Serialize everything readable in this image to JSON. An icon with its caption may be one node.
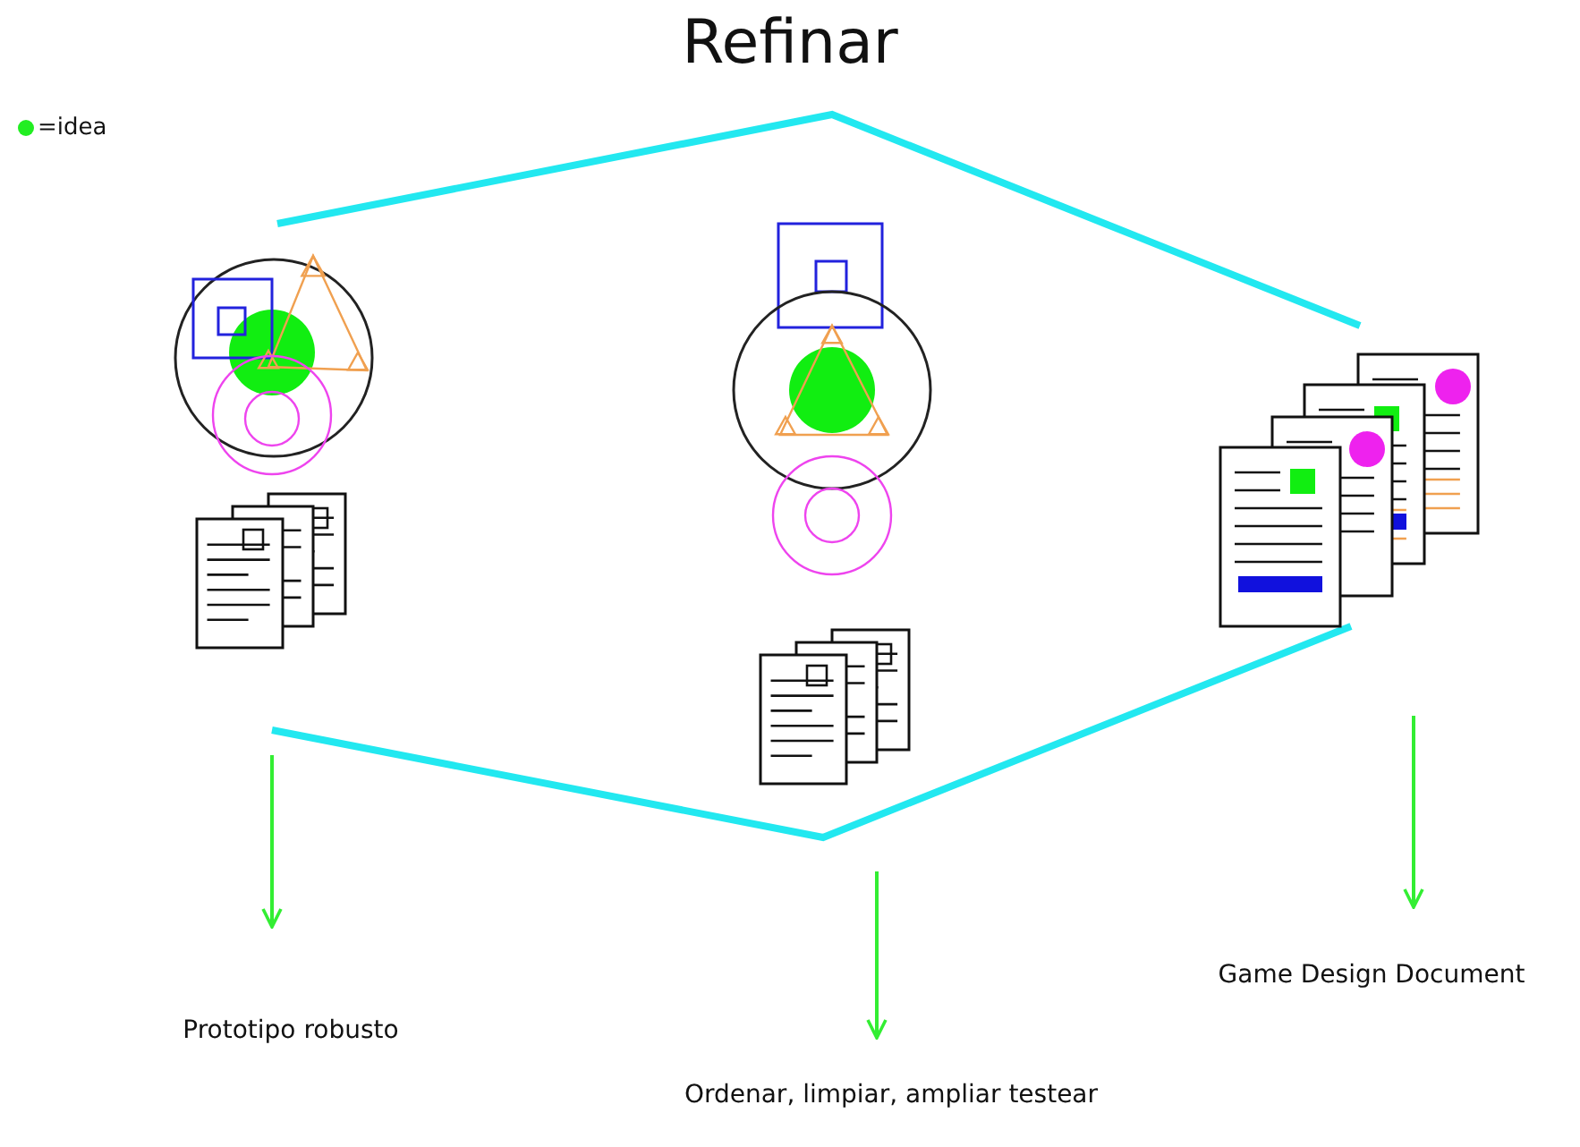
{
  "diagram": {
    "title": "Refinar",
    "nodes": [
      {
        "text": [],
        "shape": "picture"
      },
      {
        "text": [],
        "shape": "picture"
      },
      {
        "text": [],
        "shape": "picture"
      },
      {
        "text": [
          "Prototipo robusto"
        ]
      },
      {
        "text": [
          "Ordenar, limpiar, ampliar testear"
        ]
      },
      {
        "text": [
          "Game Design Document"
        ]
      }
    ],
    "edges": [
      {
        "from": 0,
        "to": 3,
        "arrow": "to"
      },
      {
        "from": 1,
        "to": 4,
        "arrow": "to"
      },
      {
        "from": 2,
        "to": 5,
        "arrow": "to"
      }
    ],
    "legend": [
      {
        "text": "=idea",
        "color": "#22ee22"
      }
    ]
  }
}
